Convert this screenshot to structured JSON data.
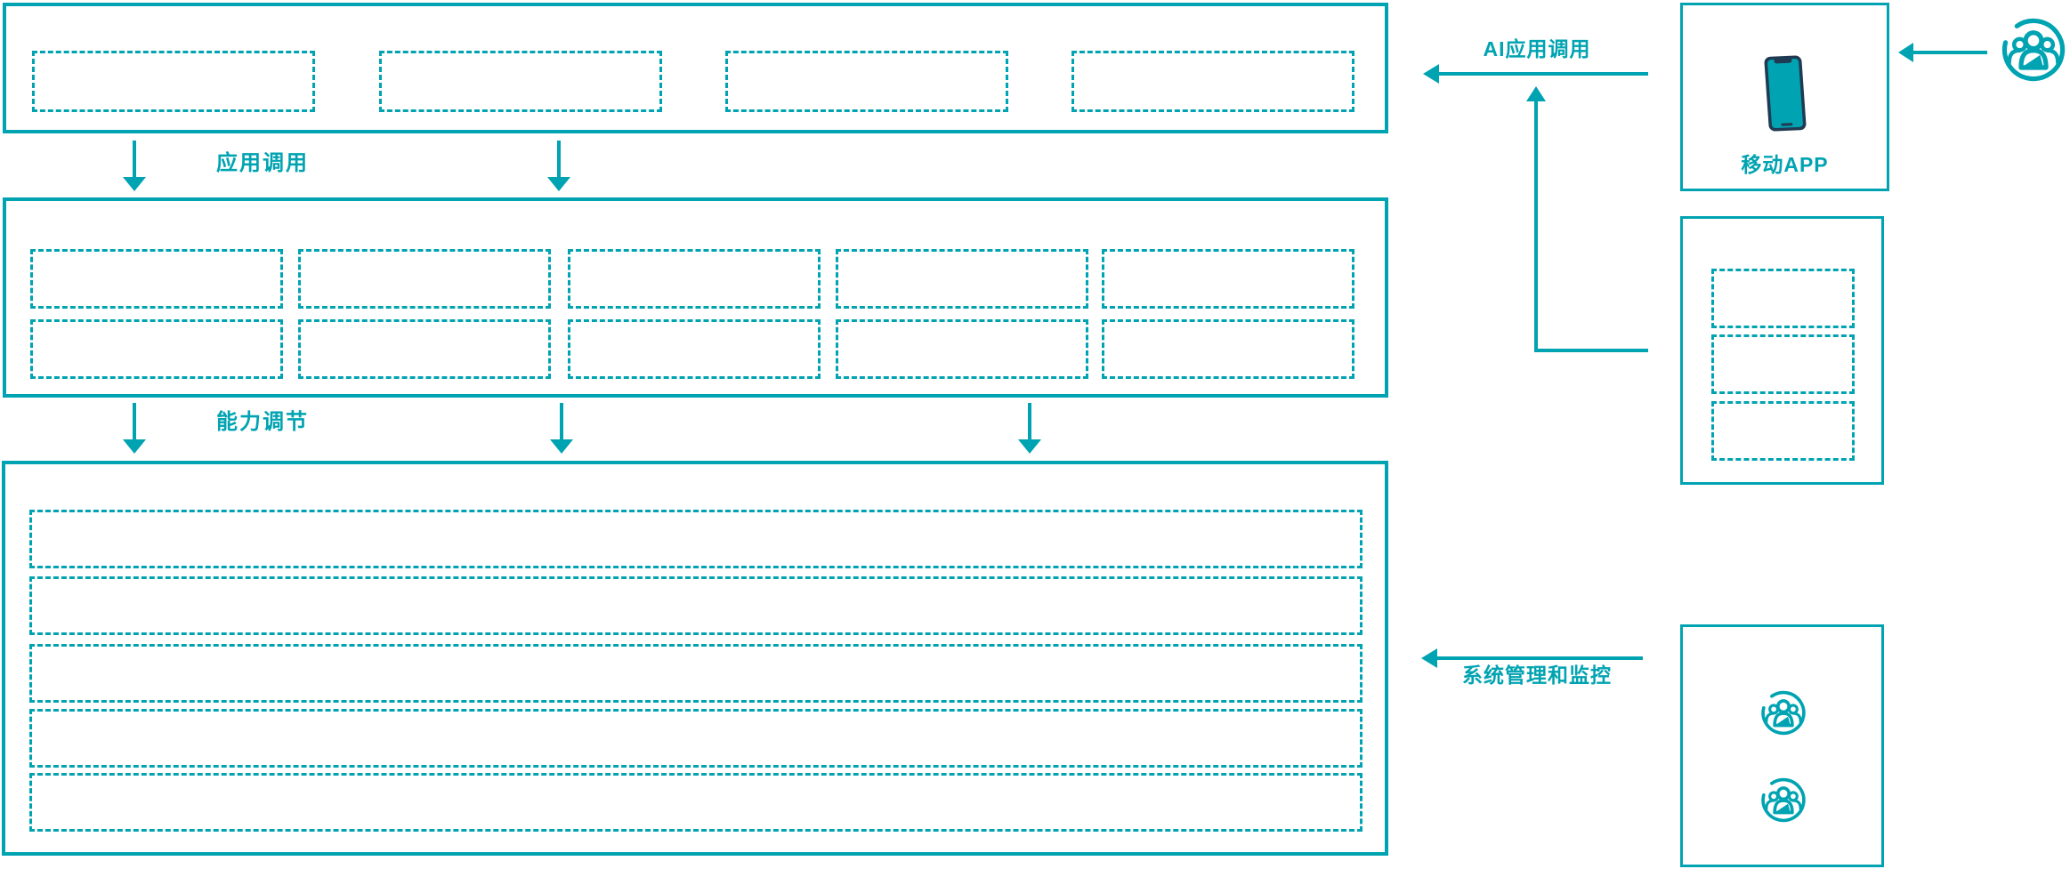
{
  "theme": {
    "accent": "#00a3b1",
    "phone_dark": "#1f3a52",
    "background": "#ffffff"
  },
  "bands": {
    "top": {
      "placeholder_count": 4
    },
    "middle": {
      "placeholder_rows": 2,
      "placeholder_cols": 5
    },
    "bottom": {
      "placeholder_row_count": 5
    }
  },
  "flow_labels": {
    "app_call": "应用调用",
    "capability_adjust": "能力调节",
    "ai_app_call": "AI应用调用",
    "system_monitor": "系统管理和监控"
  },
  "right_panel": {
    "mobile_app": {
      "label": "移动APP",
      "icon": "smartphone-icon"
    },
    "channel_box": {
      "placeholder_count": 3
    },
    "admin_box": {
      "icon": "user-group-icon",
      "icon_count": 2
    },
    "external_user": {
      "icon": "user-group-icon"
    }
  }
}
